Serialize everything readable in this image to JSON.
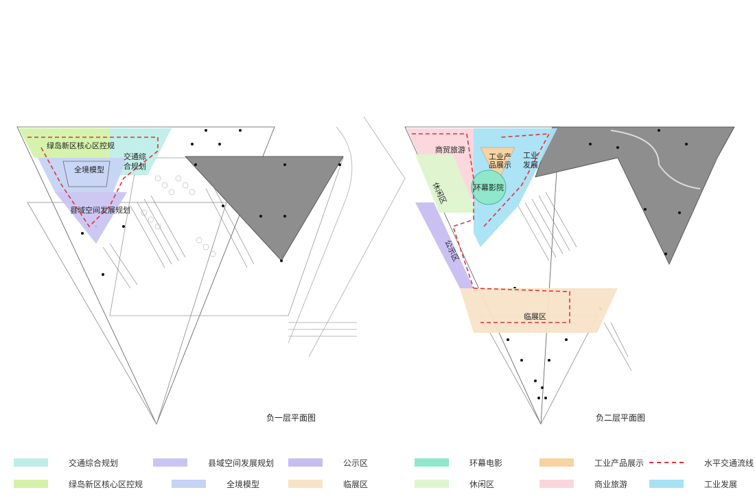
{
  "plans": [
    {
      "title": "负一层平面图",
      "zones": [
        {
          "label": "绿岛新区核心区控规"
        },
        {
          "label": "交通综合规划"
        },
        {
          "label": "全境模型"
        },
        {
          "label": "县域空间发展规划"
        }
      ]
    },
    {
      "title": "负二层平面图",
      "zones": [
        {
          "label": "商贸旅游"
        },
        {
          "label": "工业产品展示"
        },
        {
          "label": "工业发展"
        },
        {
          "label": "环幕影院"
        },
        {
          "label": "休闲区"
        },
        {
          "label": "公示区"
        },
        {
          "label": "临展区"
        }
      ]
    }
  ],
  "legend": [
    {
      "label": "交通综合规划",
      "color": "#bfeee8",
      "kind": "fill"
    },
    {
      "label": "县域空间发展规划",
      "color": "#c9c5f2",
      "kind": "fill"
    },
    {
      "label": "公示区",
      "color": "#c7bdf0",
      "kind": "fill"
    },
    {
      "label": "环幕电影",
      "color": "#8ee8c9",
      "kind": "fill"
    },
    {
      "label": "工业产品展示",
      "color": "#f6d3a1",
      "kind": "fill"
    },
    {
      "label": "水平交通流线",
      "color": "#e0303a",
      "kind": "line"
    },
    {
      "label": "绿岛新区核心区控规",
      "color": "#d3f2a8",
      "kind": "fill"
    },
    {
      "label": "全境模型",
      "color": "#c5d3f4",
      "kind": "fill"
    },
    {
      "label": "临展区",
      "color": "#f7e3c8",
      "kind": "fill"
    },
    {
      "label": "休闲区",
      "color": "#def6cf",
      "kind": "fill"
    },
    {
      "label": "商业旅游",
      "color": "#fad6dc",
      "kind": "fill"
    },
    {
      "label": "工业发展",
      "color": "#a8e1f4",
      "kind": "fill"
    }
  ]
}
